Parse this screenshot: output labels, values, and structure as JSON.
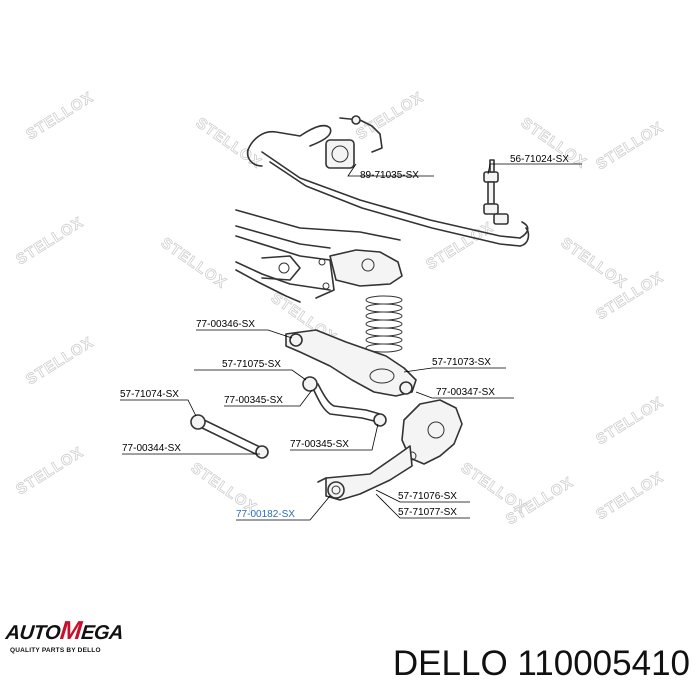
{
  "watermark": {
    "text": "STELLOX"
  },
  "labels": [
    {
      "id": "l1",
      "text": "89-71035-SX",
      "highlight": false
    },
    {
      "id": "l2",
      "text": "56-71024-SX",
      "highlight": false
    },
    {
      "id": "l3",
      "text": "77-00346-SX",
      "highlight": false
    },
    {
      "id": "l4",
      "text": "57-71075-SX",
      "highlight": false
    },
    {
      "id": "l5",
      "text": "57-71073-SX",
      "highlight": false
    },
    {
      "id": "l6",
      "text": "57-71074-SX",
      "highlight": false
    },
    {
      "id": "l7",
      "text": "77-00345-SX",
      "highlight": false
    },
    {
      "id": "l8",
      "text": "77-00347-SX",
      "highlight": false
    },
    {
      "id": "l9",
      "text": "77-00344-SX",
      "highlight": false
    },
    {
      "id": "l10",
      "text": "77-00345-SX",
      "highlight": false
    },
    {
      "id": "l11",
      "text": "57-71076-SX",
      "highlight": false
    },
    {
      "id": "l12",
      "text": "77-00182-SX",
      "highlight": true
    },
    {
      "id": "l13",
      "text": "57-71077-SX",
      "highlight": false
    }
  ],
  "brand": {
    "name_prefix": "AUTO",
    "name_m": "M",
    "name_suffix": "EGA",
    "tagline": "QUALITY PARTS BY DELLO",
    "accent": "#c8102e"
  },
  "footer": {
    "title": "DELLO 110005410"
  },
  "colors": {
    "highlight_label": "#2a6db5",
    "watermark": "#cfcfcf"
  }
}
